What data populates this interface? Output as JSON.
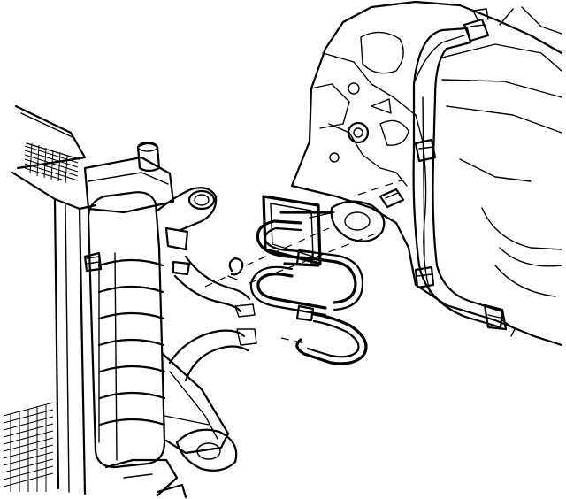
{
  "illustration": {
    "colors": {
      "ink": "#000000",
      "paper": "#ffffff"
    },
    "parts": [
      "radiator",
      "radiator-inlet-neck",
      "coolant-hoses",
      "transaxle-oil-cooler-lines",
      "clamp",
      "mounting-bracket",
      "transaxle-case",
      "bolts"
    ]
  }
}
